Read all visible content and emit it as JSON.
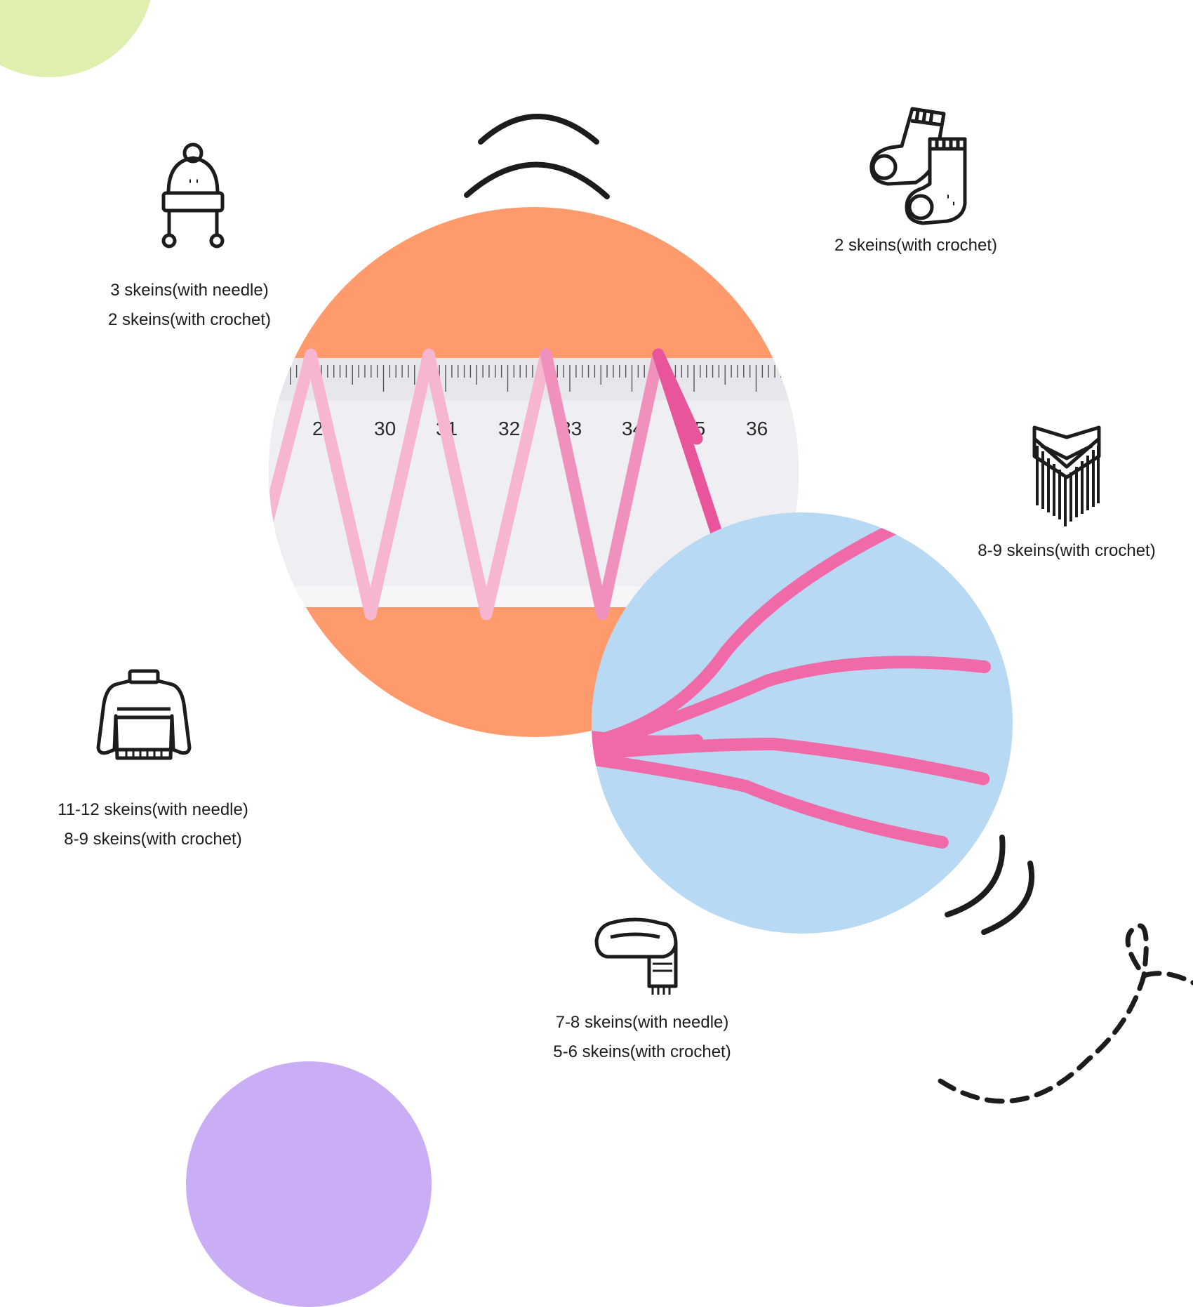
{
  "colors": {
    "accent_green": "#DFEFAF",
    "accent_orange": "#FF9A6D",
    "accent_blue": "#B8D9F3",
    "accent_purple": "#C9AEF5",
    "yarn_pink": "#F48DB8",
    "yarn_pink_light": "#F7B6CF",
    "yarn_pink_dark": "#E8559A",
    "ruler": "#EDEDF2"
  },
  "ruler": {
    "ticks": [
      "29",
      "30",
      "31",
      "32",
      "33",
      "34",
      "35",
      "36"
    ]
  },
  "items": [
    {
      "icon": "hat-icon",
      "lines": [
        "3 skeins(with needle)",
        "2 skeins(with crochet)"
      ]
    },
    {
      "icon": "socks-icon",
      "lines": [
        "2 skeins(with crochet)"
      ]
    },
    {
      "icon": "shawl-icon",
      "lines": [
        "8-9 skeins(with crochet)"
      ]
    },
    {
      "icon": "sweater-icon",
      "lines": [
        "11-12 skeins(with needle)",
        "8-9 skeins(with crochet)"
      ]
    },
    {
      "icon": "scarf-icon",
      "lines": [
        "7-8 skeins(with needle)",
        "5-6 skeins(with crochet)"
      ]
    }
  ]
}
